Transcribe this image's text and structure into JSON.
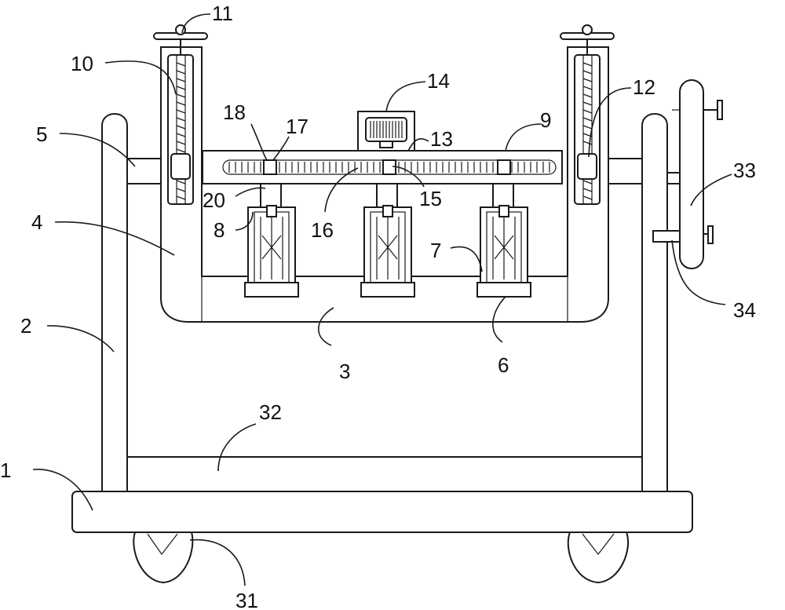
{
  "labels": {
    "l1": "1",
    "l2": "2",
    "l3": "3",
    "l4": "4",
    "l5": "5",
    "l6": "6",
    "l7": "7",
    "l8": "8",
    "l9": "9",
    "l10": "10",
    "l11": "11",
    "l12": "12",
    "l13": "13",
    "l14": "14",
    "l15": "15",
    "l16": "16",
    "l17": "17",
    "l18": "18",
    "l20": "20",
    "l31": "31",
    "l32": "32",
    "l33": "33",
    "l34": "34"
  },
  "colors": {
    "stroke": "#1a1a1a",
    "background": "#ffffff"
  }
}
